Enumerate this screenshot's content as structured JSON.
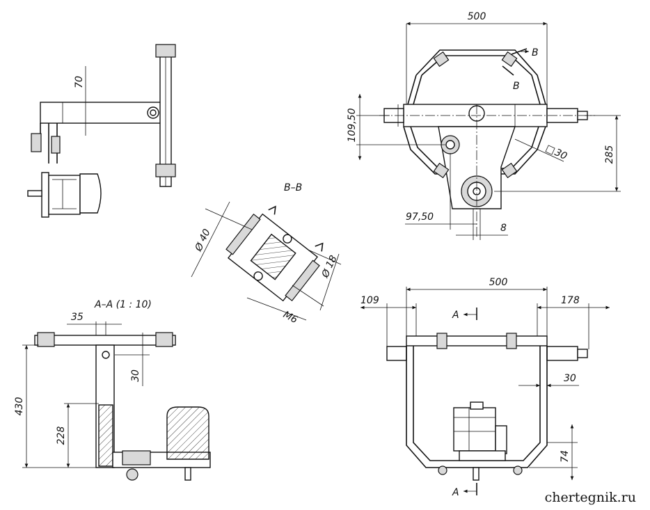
{
  "watermark": "chertegnik.ru",
  "views": {
    "section_aa": {
      "label": "A–A (1 : 10)"
    },
    "section_bb": {
      "label": "B–B"
    }
  },
  "cut_marks": {
    "a": "A",
    "b": "B"
  },
  "dimensions": {
    "side_70": "70",
    "top_500": "500",
    "top_109_50": "109,50",
    "top_285": "285",
    "top_square_30": "30",
    "top_97_50": "97,50",
    "top_8": "8",
    "bb_d40": "40",
    "bb_d18": "18",
    "bb_m6": "M6",
    "aa_35": "35",
    "aa_30": "30",
    "aa_430": "430",
    "aa_228": "228",
    "front_500": "500",
    "front_109": "109",
    "front_178": "178",
    "front_30": "30",
    "front_74": "74"
  },
  "symbols": {
    "diameter": "Ø",
    "square": "□"
  }
}
